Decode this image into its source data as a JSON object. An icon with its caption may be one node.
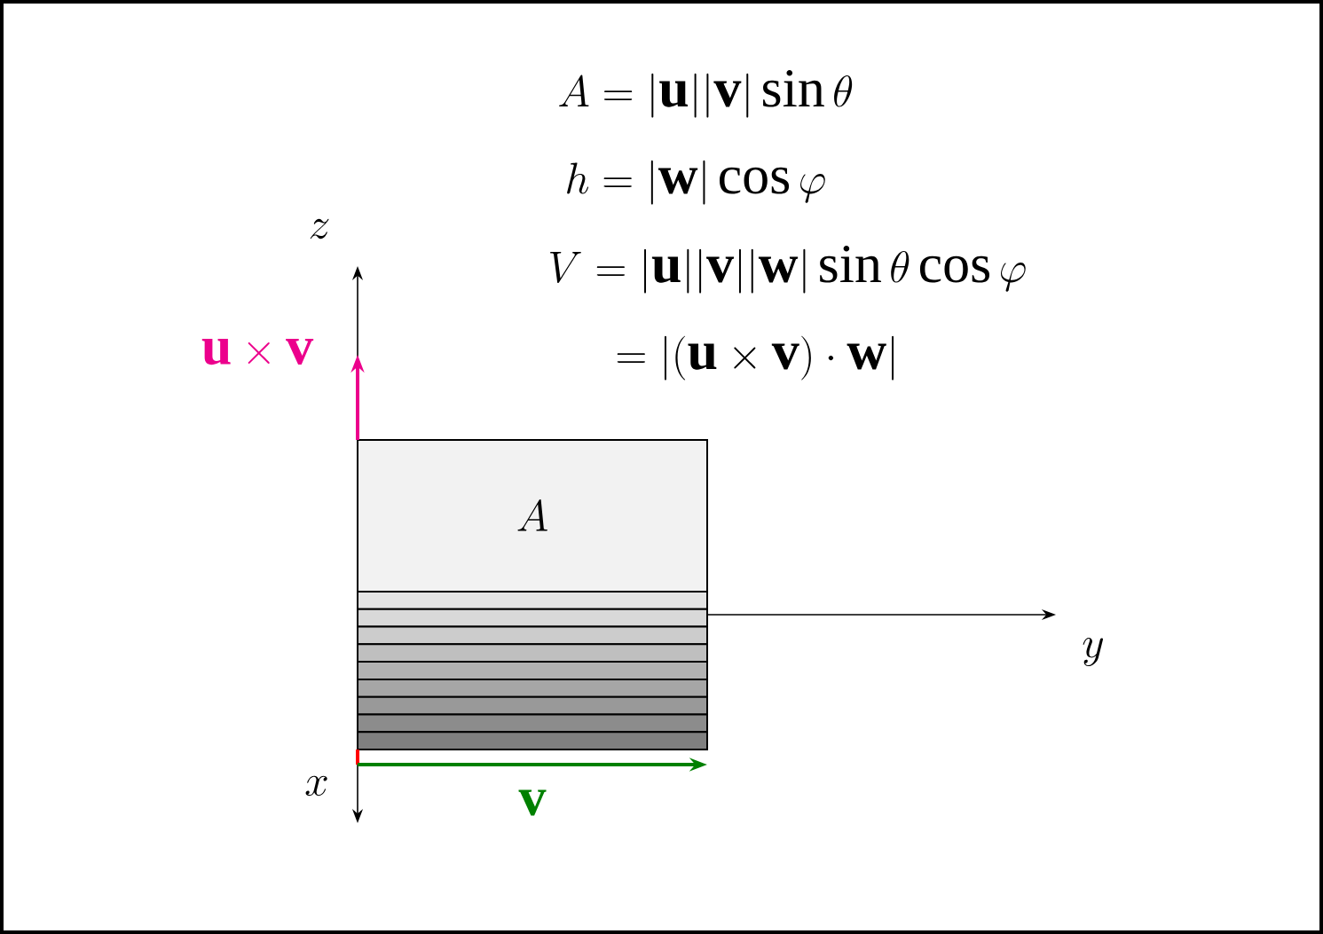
{
  "diagram": {
    "nodes": [
      {
        "text": [
          "A"
        ]
      }
    ],
    "labels": [
      "A = |\\mathbf{u}||\\mathbf{v}|\\sin\\theta",
      "h = |\\mathbf{w}|\\cos\\varphi",
      "V = |\\mathbf{u}||\\mathbf{v}||\\mathbf{w}|\\sin\\theta\\cos\\varphi",
      "= |(\\mathbf{u}\\times\\mathbf{v})\\cdot\\mathbf{w}|",
      "z",
      "\\mathbf{u}\\times\\mathbf{v}",
      "y",
      "x",
      "\\mathbf{v}"
    ]
  }
}
